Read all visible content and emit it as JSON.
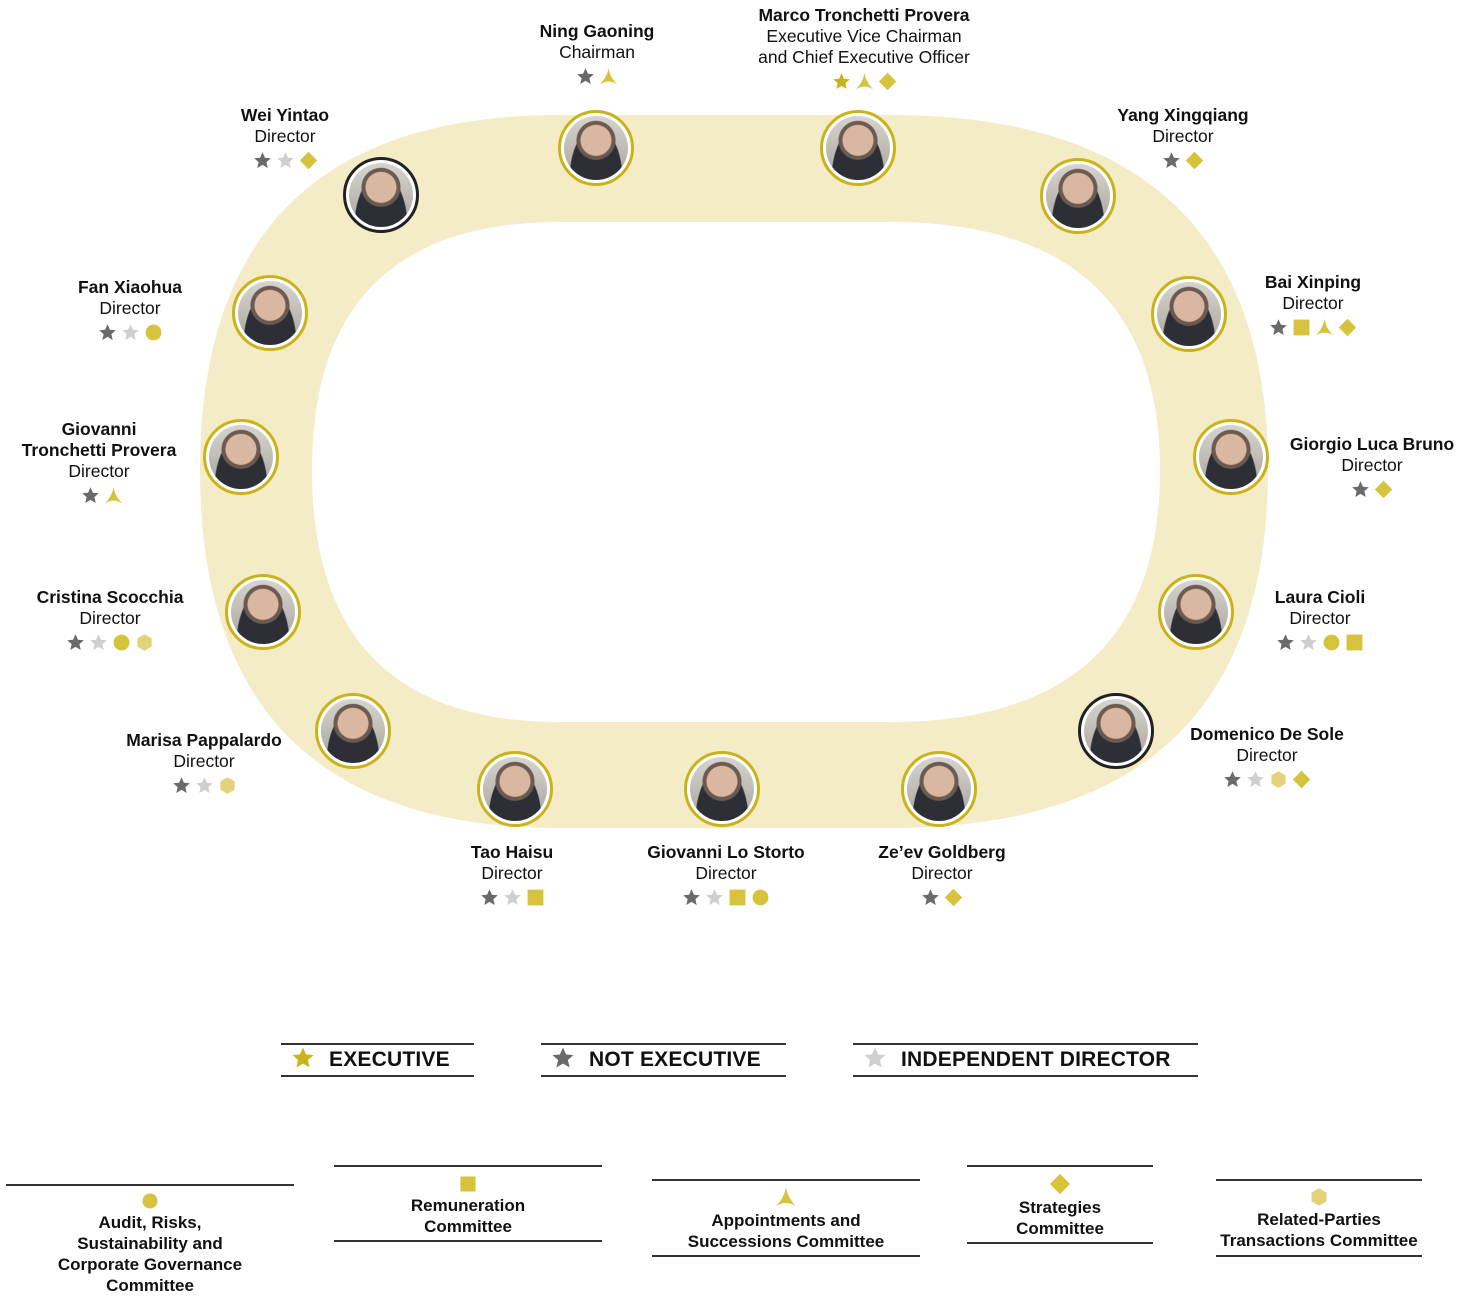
{
  "colors": {
    "accent": "#c9b31b",
    "committee": "#d7c23c",
    "related": "#e2d27a",
    "not_exec": "#6a6a6a",
    "independent": "#cfcfcf",
    "track": "#f3ecc7"
  },
  "members": [
    {
      "name": "Ning Gaoning",
      "role": "Chairman",
      "icons": [
        "star-not-exec",
        "appointments"
      ]
    },
    {
      "name": "Marco Tronchetti Provera",
      "role": "Executive Vice Chairman",
      "role2": "and Chief Executive Officer",
      "icons": [
        "star-exec",
        "appointments",
        "strategies"
      ]
    },
    {
      "name": "Wei Yintao",
      "role": "Director",
      "icons": [
        "star-not-exec",
        "star-independent",
        "strategies"
      ]
    },
    {
      "name": "Yang Xingqiang",
      "role": "Director",
      "icons": [
        "star-not-exec",
        "strategies"
      ]
    },
    {
      "name": "Fan Xiaohua",
      "role": "Director",
      "icons": [
        "star-not-exec",
        "star-independent",
        "audit"
      ]
    },
    {
      "name": "Bai Xinping",
      "role": "Director",
      "icons": [
        "star-not-exec",
        "remuneration",
        "appointments",
        "strategies"
      ]
    },
    {
      "name": "Giovanni",
      "name2": "Tronchetti Provera",
      "role": "Director",
      "icons": [
        "star-not-exec",
        "appointments"
      ]
    },
    {
      "name": "Giorgio Luca Bruno",
      "role": "Director",
      "icons": [
        "star-not-exec",
        "strategies"
      ]
    },
    {
      "name": "Cristina Scocchia",
      "role": "Director",
      "icons": [
        "star-not-exec",
        "star-independent",
        "audit",
        "related"
      ]
    },
    {
      "name": "Laura Cioli",
      "role": "Director",
      "icons": [
        "star-not-exec",
        "star-independent",
        "audit",
        "remuneration"
      ]
    },
    {
      "name": "Marisa Pappalardo",
      "role": "Director",
      "icons": [
        "star-not-exec",
        "star-independent",
        "related"
      ]
    },
    {
      "name": "Domenico De Sole",
      "role": "Director",
      "icons": [
        "star-not-exec",
        "star-independent",
        "related",
        "strategies"
      ]
    },
    {
      "name": "Tao Haisu",
      "role": "Director",
      "icons": [
        "star-not-exec",
        "star-independent",
        "remuneration"
      ]
    },
    {
      "name": "Giovanni Lo Storto",
      "role": "Director",
      "icons": [
        "star-not-exec",
        "star-independent",
        "remuneration",
        "audit"
      ]
    },
    {
      "name": "Ze’ev Goldberg",
      "role": "Director",
      "icons": [
        "star-not-exec",
        "strategies"
      ]
    }
  ],
  "legend": {
    "executive": "EXECUTIVE",
    "not_executive": "NOT EXECUTIVE",
    "independent": "INDEPENDENT DIRECTOR"
  },
  "committees": {
    "audit": [
      "Audit, Risks,",
      "Sustainability and",
      "Corporate Governance",
      "Committee"
    ],
    "remuneration": [
      "Remuneration",
      "Committee"
    ],
    "appointments": [
      "Appointments and",
      "Successions Committee"
    ],
    "strategies": [
      "Strategies",
      "Committee"
    ],
    "related": [
      "Related-Parties",
      "Transactions Committee"
    ]
  }
}
